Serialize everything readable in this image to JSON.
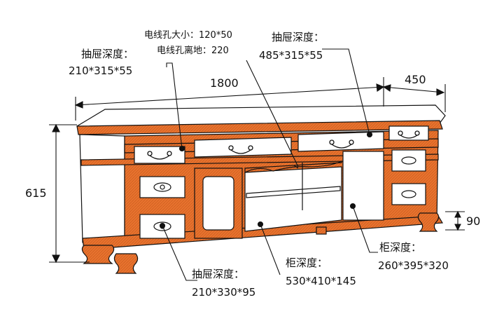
{
  "colors": {
    "wood": "#e8722e",
    "wood_dark": "#b8501a",
    "panel": "#ffffff",
    "line": "#111111"
  },
  "dimensions": {
    "width": "1800",
    "depth": "450",
    "height": "615",
    "leg_height": "90"
  },
  "callouts": {
    "cable_hole_size": "电线孔大小：120*50",
    "cable_hole_height": "电线孔离地：220",
    "drawer_left_title": "抽屉深度：",
    "drawer_left_value": "210*315*55",
    "drawer_center_title": "抽屉深度：",
    "drawer_center_value": "485*315*55",
    "drawer_bottom_title": "抽屉深度：",
    "drawer_bottom_value": "210*330*95",
    "cabinet_open_title": "柜深度：",
    "cabinet_open_value": "530*410*145",
    "cabinet_right_title": "柜深度：",
    "cabinet_right_value": "260*395*320"
  }
}
